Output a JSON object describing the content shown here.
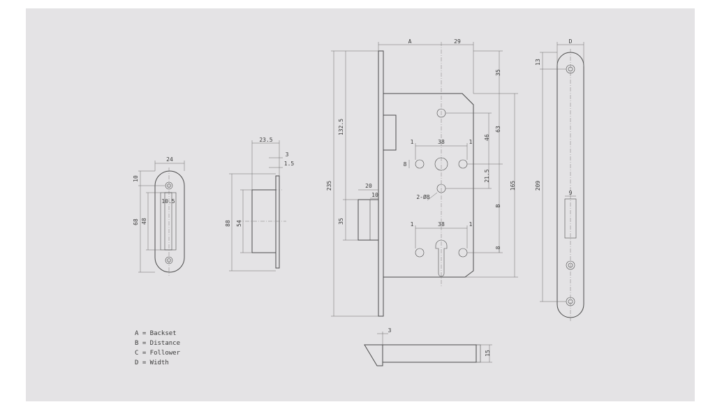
{
  "strike_plate": {
    "width_label": "24",
    "top_label": "10",
    "height_label": "68",
    "slot_label": "48",
    "slot_width_label": "10.5"
  },
  "strike_box": {
    "width_label": "23.5",
    "lip_label": "3",
    "edge_label": "1.5",
    "outer_height_label": "88",
    "inner_height_label": "54"
  },
  "lock_body": {
    "backset_label": "A",
    "distance29_label": "29",
    "top35_label": "35",
    "total_label": "235",
    "upper_label": "132.5",
    "latch_width_label": "20",
    "latch_depth_label": "10",
    "latch_height_label": "35",
    "d63_label": "63",
    "d46_label": "46",
    "d21_label": "21.5",
    "b_label": "B",
    "d165_label": "165",
    "handle_spacing_label": "38",
    "small1_label": "1",
    "small8_label": "8",
    "holes_label": "2-Ø8",
    "cyl_spacing_label": "38",
    "cyl8_label": "8"
  },
  "faceplate": {
    "width_label": "D",
    "top_label": "13",
    "height_label": "209",
    "slot_label": "9"
  },
  "side_view": {
    "thickness_label": "3",
    "height_label": "15"
  },
  "legend": [
    "A = Backset",
    "B = Distance",
    "C = Follower",
    "D = Width"
  ]
}
